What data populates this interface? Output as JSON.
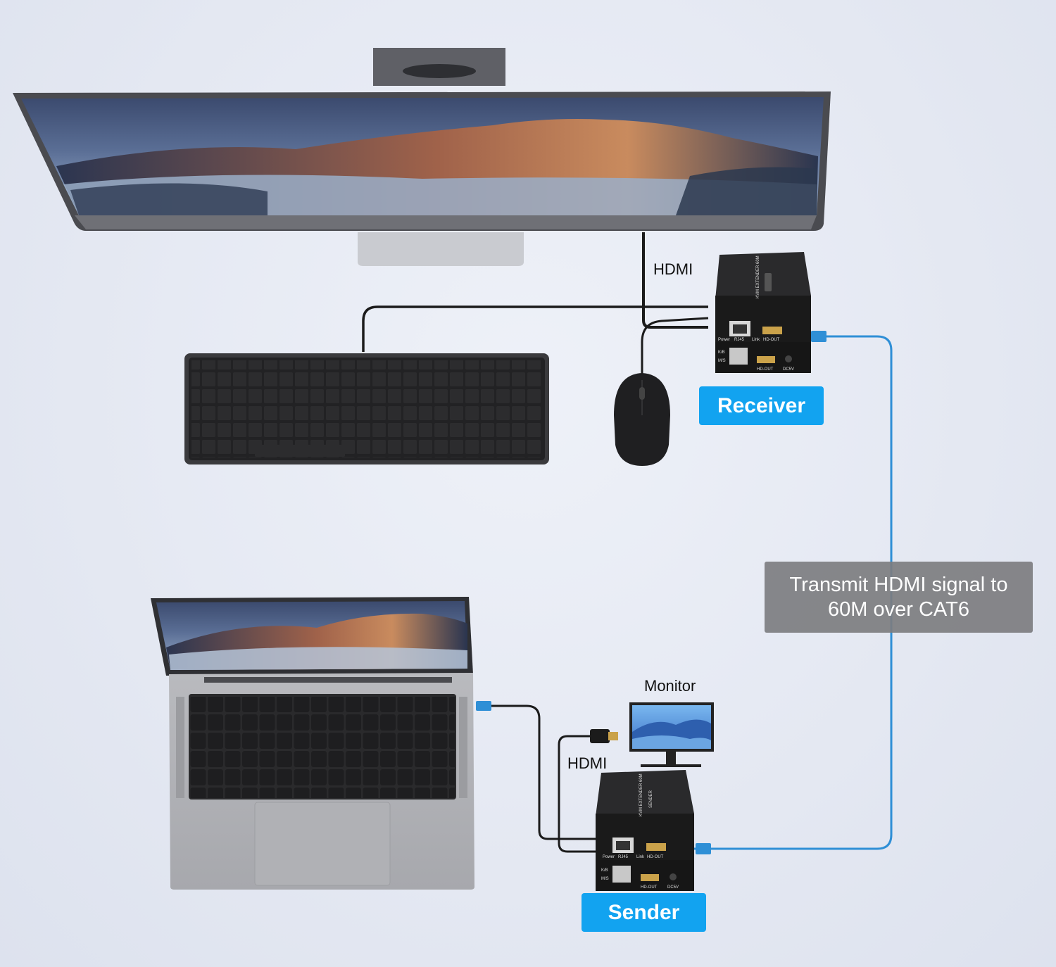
{
  "labels": {
    "hdmi_top": "HDMI",
    "hdmi_bottom": "HDMI",
    "monitor": "Monitor",
    "receiver": "Receiver",
    "sender": "Sender",
    "callout": "Transmit HDMI signal to 60M over CAT6"
  },
  "device_text": {
    "model": "KVM EXTENDER 60M",
    "unit_badge": "SENDER",
    "power": "Power",
    "rj45": "RJ45",
    "link": "Link",
    "hd_out": "HD-OUT",
    "kb": "K/B",
    "ms": "M/S",
    "hd_out2": "HD-OUT",
    "dc5v": "DC5V"
  },
  "colors": {
    "badge_blue": "#12a3f0",
    "cat6_cable": "#2f8fd6",
    "callout_gray": "#7d7d80",
    "device_black": "#1a1a1a"
  }
}
